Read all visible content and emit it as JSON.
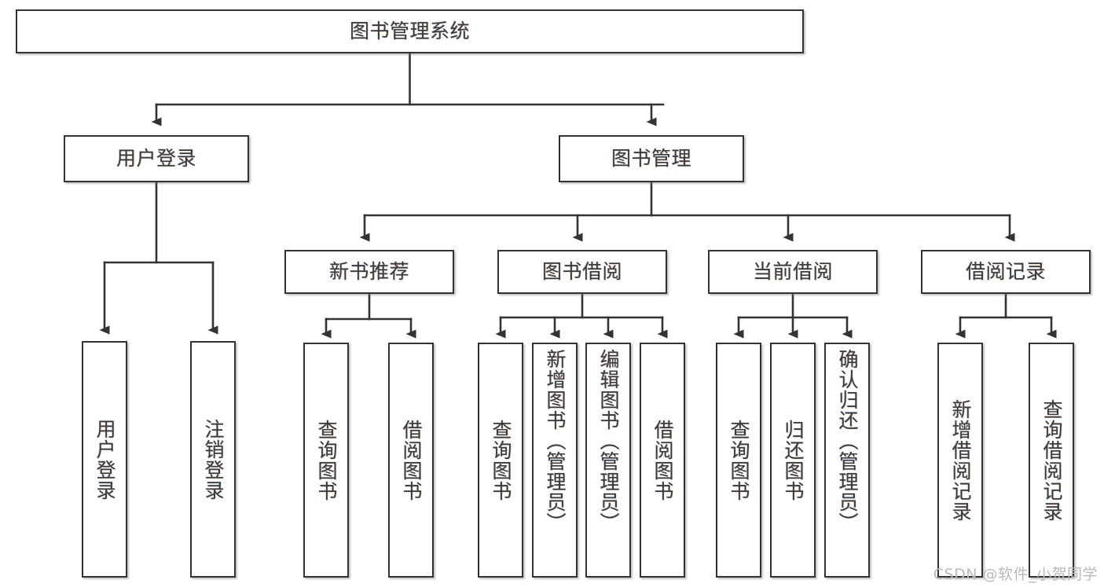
{
  "diagram": {
    "type": "tree-hierarchy",
    "title": "图书管理系统",
    "root": {
      "id": "root",
      "label": "图书管理系统"
    },
    "level2": [
      {
        "id": "user-login",
        "label": "用户登录"
      },
      {
        "id": "book-manage",
        "label": "图书管理"
      }
    ],
    "level3": [
      {
        "id": "new-book-recommend",
        "label": "新书推荐",
        "parent": "book-manage"
      },
      {
        "id": "book-borrow",
        "label": "图书借阅",
        "parent": "book-manage"
      },
      {
        "id": "current-borrow",
        "label": "当前借阅",
        "parent": "book-manage"
      },
      {
        "id": "borrow-record",
        "label": "借阅记录",
        "parent": "book-manage"
      }
    ],
    "leaves": {
      "user_login": [
        {
          "id": "leaf-user-login",
          "label": "用户登录"
        },
        {
          "id": "leaf-user-logout",
          "label": "注销登录"
        }
      ],
      "new_book_recommend": [
        {
          "id": "leaf-query-book-1",
          "label": "查询图书"
        },
        {
          "id": "leaf-borrow-book-1",
          "label": "借阅图书"
        }
      ],
      "book_borrow": [
        {
          "id": "leaf-query-book-2",
          "label": "查询图书"
        },
        {
          "id": "leaf-add-book",
          "label": "新增图书（管理员）"
        },
        {
          "id": "leaf-edit-book",
          "label": "编辑图书（管理员）"
        },
        {
          "id": "leaf-borrow-book-2",
          "label": "借阅图书"
        }
      ],
      "current_borrow": [
        {
          "id": "leaf-query-book-3",
          "label": "查询图书"
        },
        {
          "id": "leaf-return-book",
          "label": "归还图书"
        },
        {
          "id": "leaf-confirm-return",
          "label": "确认归还（管理员）"
        }
      ],
      "borrow_record": [
        {
          "id": "leaf-add-record",
          "label": "新增借阅记录"
        },
        {
          "id": "leaf-query-record",
          "label": "查询借阅记录"
        }
      ]
    },
    "colors": {
      "border": "#333333",
      "box_fill": "#ffffff",
      "text": "#3b3b3b",
      "connector": "#333333",
      "watermark": "#b9b9b9",
      "background": "#ffffff"
    }
  },
  "watermark": {
    "text": "CSDN @软件_小贺同学"
  }
}
